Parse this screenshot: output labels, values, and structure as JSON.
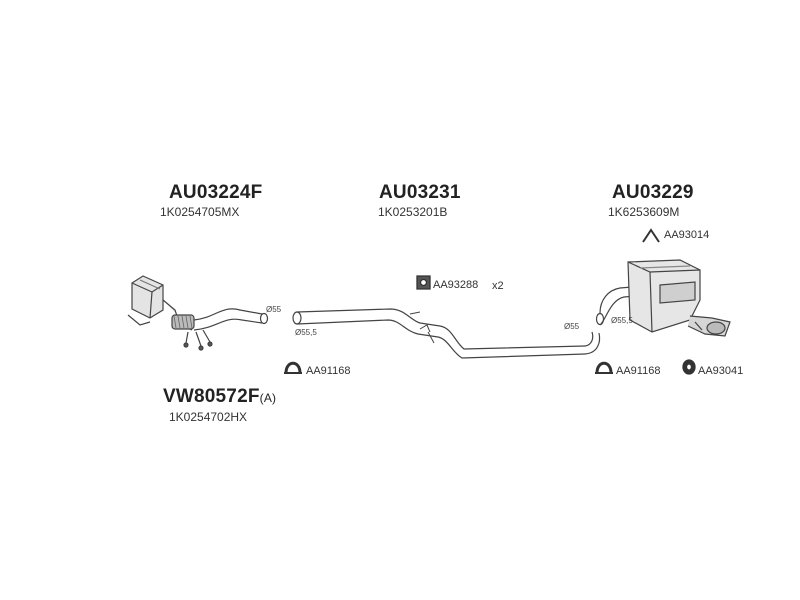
{
  "parts": {
    "catalyst": {
      "code": "AU03224F",
      "oem": "1K0254705MX",
      "diameter": "55"
    },
    "middle_pipe": {
      "code": "AU03231",
      "oem": "1K0253201B",
      "diameter_in": "55,5"
    },
    "rear_muffler": {
      "code": "AU03229",
      "oem": "1K6253609M",
      "diameter_in": "55",
      "diameter_out": "55,5"
    },
    "front_pipe": {
      "code": "VW80572F",
      "code_suffix": "(A)",
      "oem": "1K0254702HX"
    }
  },
  "accessories": {
    "hanger_mid": {
      "code": "AA93288",
      "qty": "x2"
    },
    "clamp_left": {
      "code": "AA91168"
    },
    "clamp_right": {
      "code": "AA91168"
    },
    "bracket_rear": {
      "code": "AA93041"
    },
    "hanger_rear": {
      "code": "AA93014"
    }
  },
  "diameter_symbol": "Ø"
}
